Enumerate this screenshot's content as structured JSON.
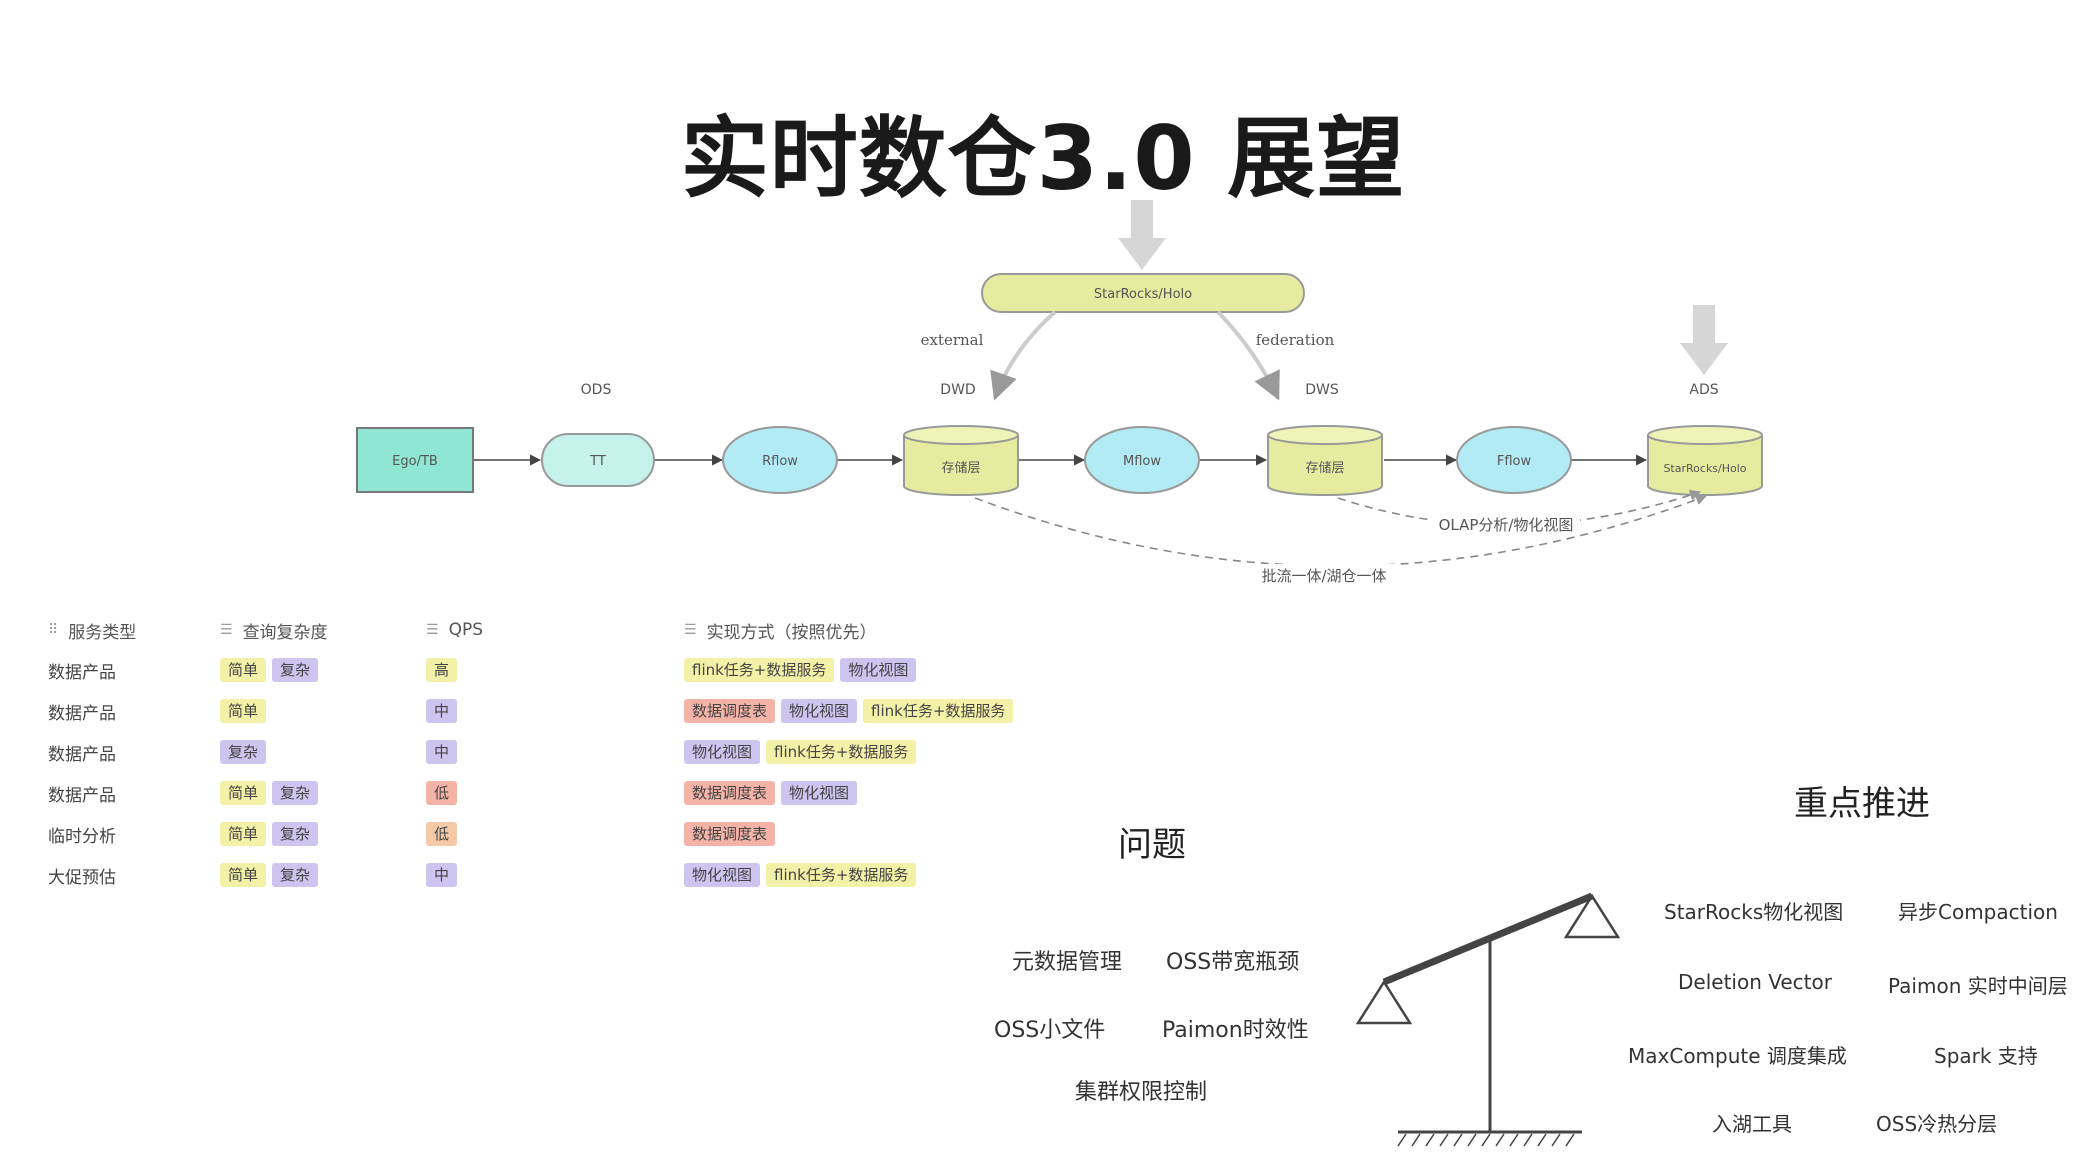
{
  "title": "实时数仓3.0 展望",
  "flow": {
    "nodes": {
      "source": "Ego/TB",
      "tt": "TT",
      "rflow": "Rflow",
      "store1": "存储层",
      "mflow": "Mflow",
      "store2": "存储层",
      "fflow": "Fflow",
      "starrocks": "StarRocks/Holo"
    },
    "top_node": "StarRocks/Holo",
    "layer_labels": [
      "ODS",
      "DWD",
      "DWS",
      "ADS"
    ],
    "arc_labels": [
      "external",
      "federation"
    ],
    "dashed_labels": [
      "OLAP分析/物化视图",
      "批流一体/湖仓一体"
    ]
  },
  "table": {
    "headers": [
      "服务类型",
      "查询复杂度",
      "QPS",
      "实现方式（按照优先）"
    ],
    "rows": [
      {
        "type": "数据产品",
        "complexity": [
          {
            "text": "简单",
            "color": "#f3f0a8"
          },
          {
            "text": "复杂",
            "color": "#cdc4ef"
          }
        ],
        "qps": {
          "text": "高",
          "color": "#f3f0a8"
        },
        "methods": [
          {
            "text": "flink任务+数据服务",
            "color": "#f3f0a8"
          },
          {
            "text": "物化视图",
            "color": "#cdc4ef"
          }
        ]
      },
      {
        "type": "数据产品",
        "complexity": [
          {
            "text": "简单",
            "color": "#f3f0a8"
          }
        ],
        "qps": {
          "text": "中",
          "color": "#cdc4ef"
        },
        "methods": [
          {
            "text": "数据调度表",
            "color": "#f5b3a8"
          },
          {
            "text": "物化视图",
            "color": "#cdc4ef"
          },
          {
            "text": "flink任务+数据服务",
            "color": "#f3f0a8"
          }
        ]
      },
      {
        "type": "数据产品",
        "complexity": [
          {
            "text": "复杂",
            "color": "#cdc4ef"
          }
        ],
        "qps": {
          "text": "中",
          "color": "#cdc4ef"
        },
        "methods": [
          {
            "text": "物化视图",
            "color": "#cdc4ef"
          },
          {
            "text": "flink任务+数据服务",
            "color": "#f3f0a8"
          }
        ]
      },
      {
        "type": "数据产品",
        "complexity": [
          {
            "text": "简单",
            "color": "#f3f0a8"
          },
          {
            "text": "复杂",
            "color": "#cdc4ef"
          }
        ],
        "qps": {
          "text": "低",
          "color": "#f5b3a8"
        },
        "methods": [
          {
            "text": "数据调度表",
            "color": "#f5b3a8"
          },
          {
            "text": "物化视图",
            "color": "#cdc4ef"
          }
        ]
      },
      {
        "type": "临时分析",
        "complexity": [
          {
            "text": "简单",
            "color": "#f3f0a8"
          },
          {
            "text": "复杂",
            "color": "#cdc4ef"
          }
        ],
        "qps": {
          "text": "低",
          "color": "#f5c9a8"
        },
        "methods": [
          {
            "text": "数据调度表",
            "color": "#f5b3a8"
          }
        ]
      },
      {
        "type": "大促预估",
        "complexity": [
          {
            "text": "简单",
            "color": "#f3f0a8"
          },
          {
            "text": "复杂",
            "color": "#cdc4ef"
          }
        ],
        "qps": {
          "text": "中",
          "color": "#cdc4ef"
        },
        "methods": [
          {
            "text": "物化视图",
            "color": "#cdc4ef"
          },
          {
            "text": "flink任务+数据服务",
            "color": "#f3f0a8"
          }
        ]
      }
    ]
  },
  "issues": {
    "heading": "问题",
    "items": [
      "元数据管理",
      "OSS带宽瓶颈",
      "OSS小文件",
      "Paimon时效性",
      "集群权限控制"
    ]
  },
  "focus": {
    "heading": "重点推进",
    "items": [
      "StarRocks物化视图",
      "异步Compaction",
      "Deletion Vector",
      "Paimon 实时中间层",
      "MaxCompute 调度集成",
      "Spark 支持",
      "入湖工具",
      "OSS冷热分层"
    ]
  }
}
